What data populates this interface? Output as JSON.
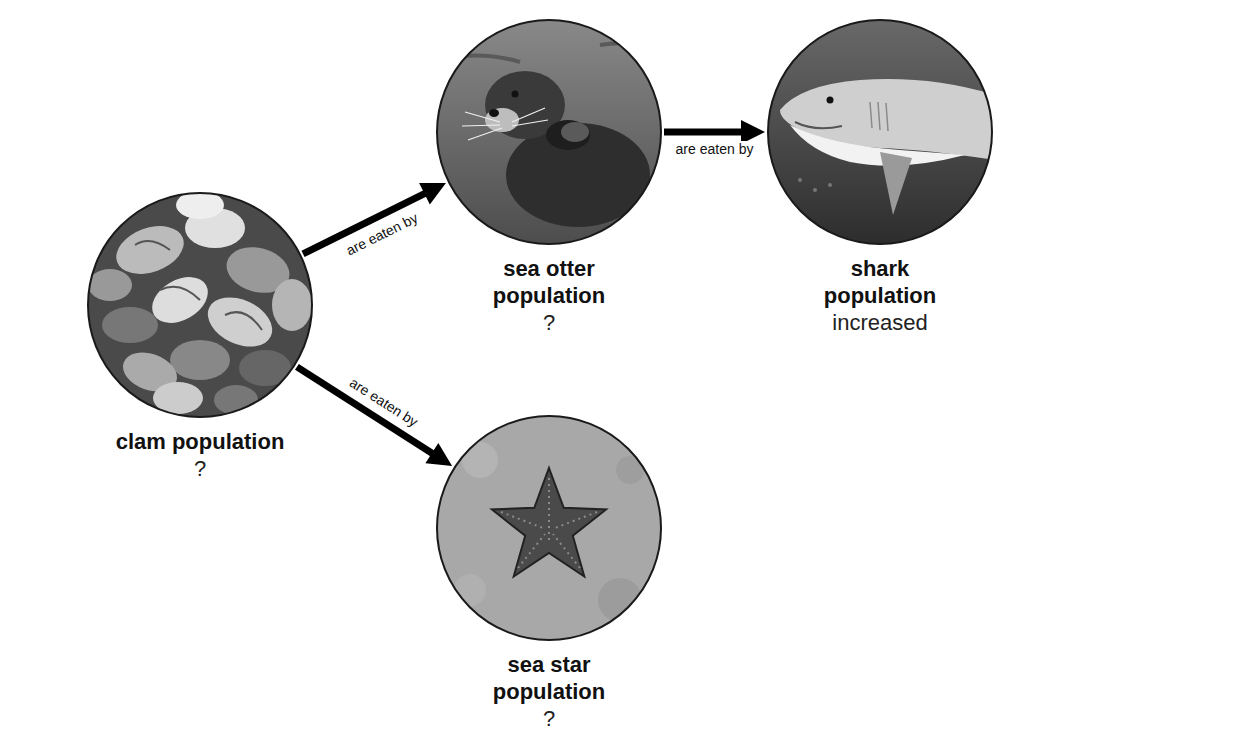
{
  "diagram": {
    "nodes": [
      {
        "text": [
          "clam population",
          "?"
        ]
      },
      {
        "text": [
          "sea otter population",
          "?"
        ]
      },
      {
        "text": [
          "shark population",
          "increased"
        ]
      },
      {
        "text": [
          "sea star population",
          "?"
        ]
      }
    ],
    "edges": [
      {
        "from": 0,
        "to": 1,
        "arrow": "to",
        "label": "are eaten by"
      },
      {
        "from": 1,
        "to": 2,
        "arrow": "to",
        "label": "are eaten by"
      },
      {
        "from": 0,
        "to": 3,
        "arrow": "to",
        "label": "are eaten by"
      }
    ]
  }
}
